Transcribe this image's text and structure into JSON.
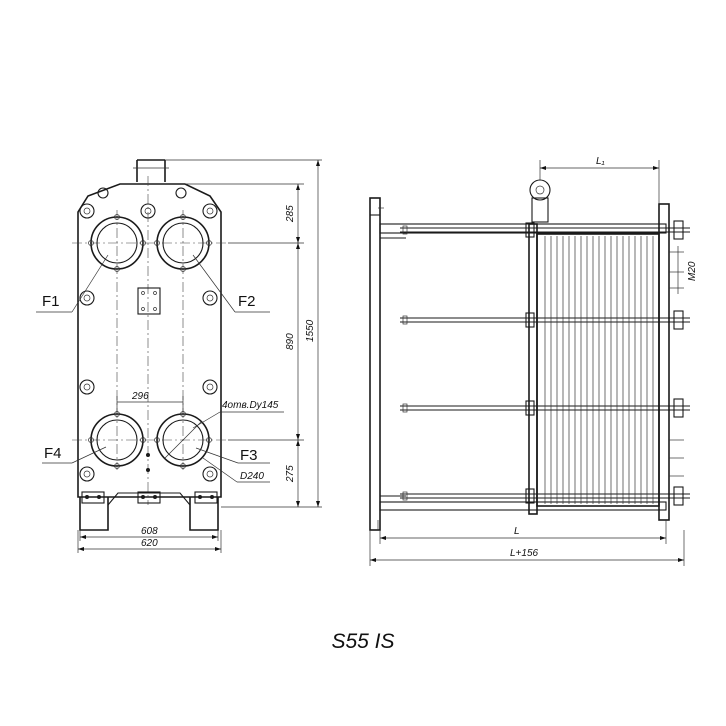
{
  "caption": "S55 IS",
  "front_view": {
    "ports": [
      "F1",
      "F2",
      "F3",
      "F4"
    ],
    "dimensions": {
      "top": "285",
      "middle": "890",
      "bottom": "275",
      "total_height": "1550",
      "port_spacing": "296",
      "inner_width": "608",
      "outer_width": "620",
      "flange_note": "4отв.Dy145",
      "flange_diameter": "D240"
    }
  },
  "side_view": {
    "dimensions": {
      "length_top": "L₁",
      "bolt": "M20",
      "length": "L",
      "total_length": "L+156"
    }
  }
}
